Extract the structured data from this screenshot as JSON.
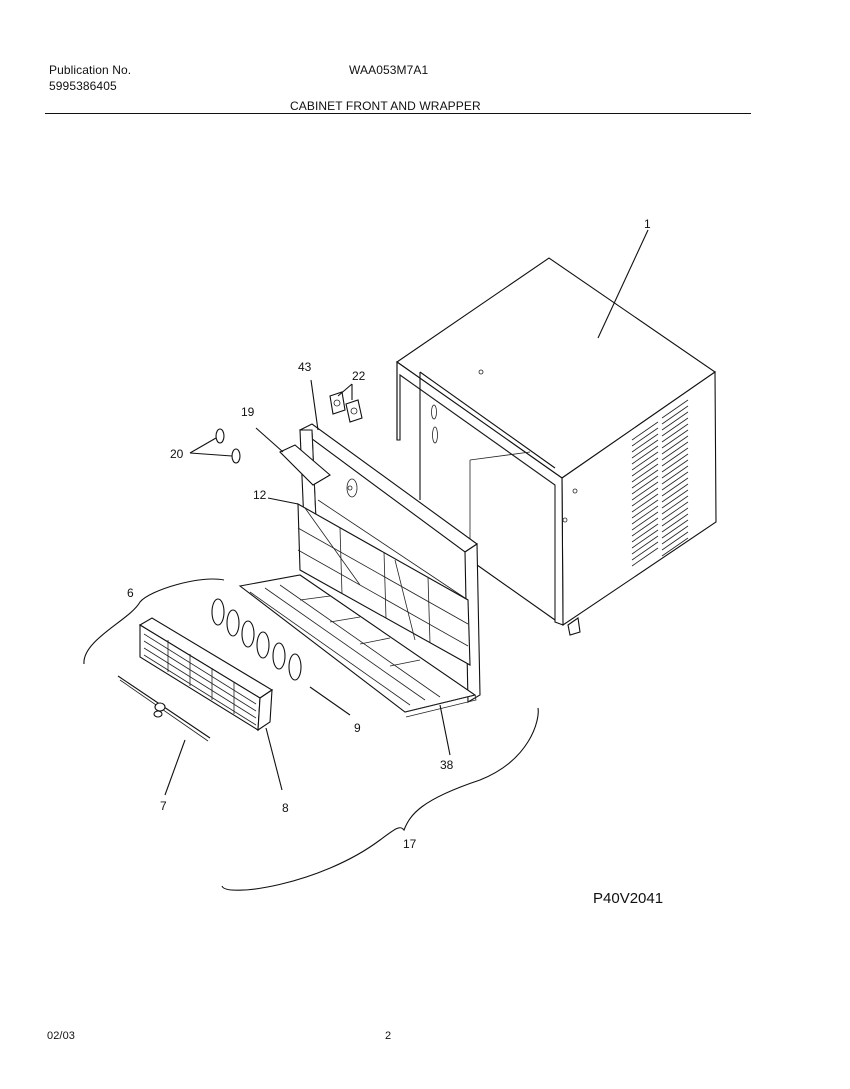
{
  "header": {
    "publication_label": "Publication No.",
    "publication_number": "5995386405",
    "model": "WAA053M7A1",
    "section_title": "CABINET FRONT AND WRAPPER"
  },
  "diagram": {
    "callouts": {
      "c1": "1",
      "c43": "43",
      "c22": "22",
      "c19": "19",
      "c20": "20",
      "c12": "12",
      "c6": "6",
      "c9": "9",
      "c38": "38",
      "c7": "7",
      "c8": "8",
      "c17": "17"
    },
    "figure_code": "P40V2041"
  },
  "footer": {
    "date": "02/03",
    "page_number": "2"
  }
}
